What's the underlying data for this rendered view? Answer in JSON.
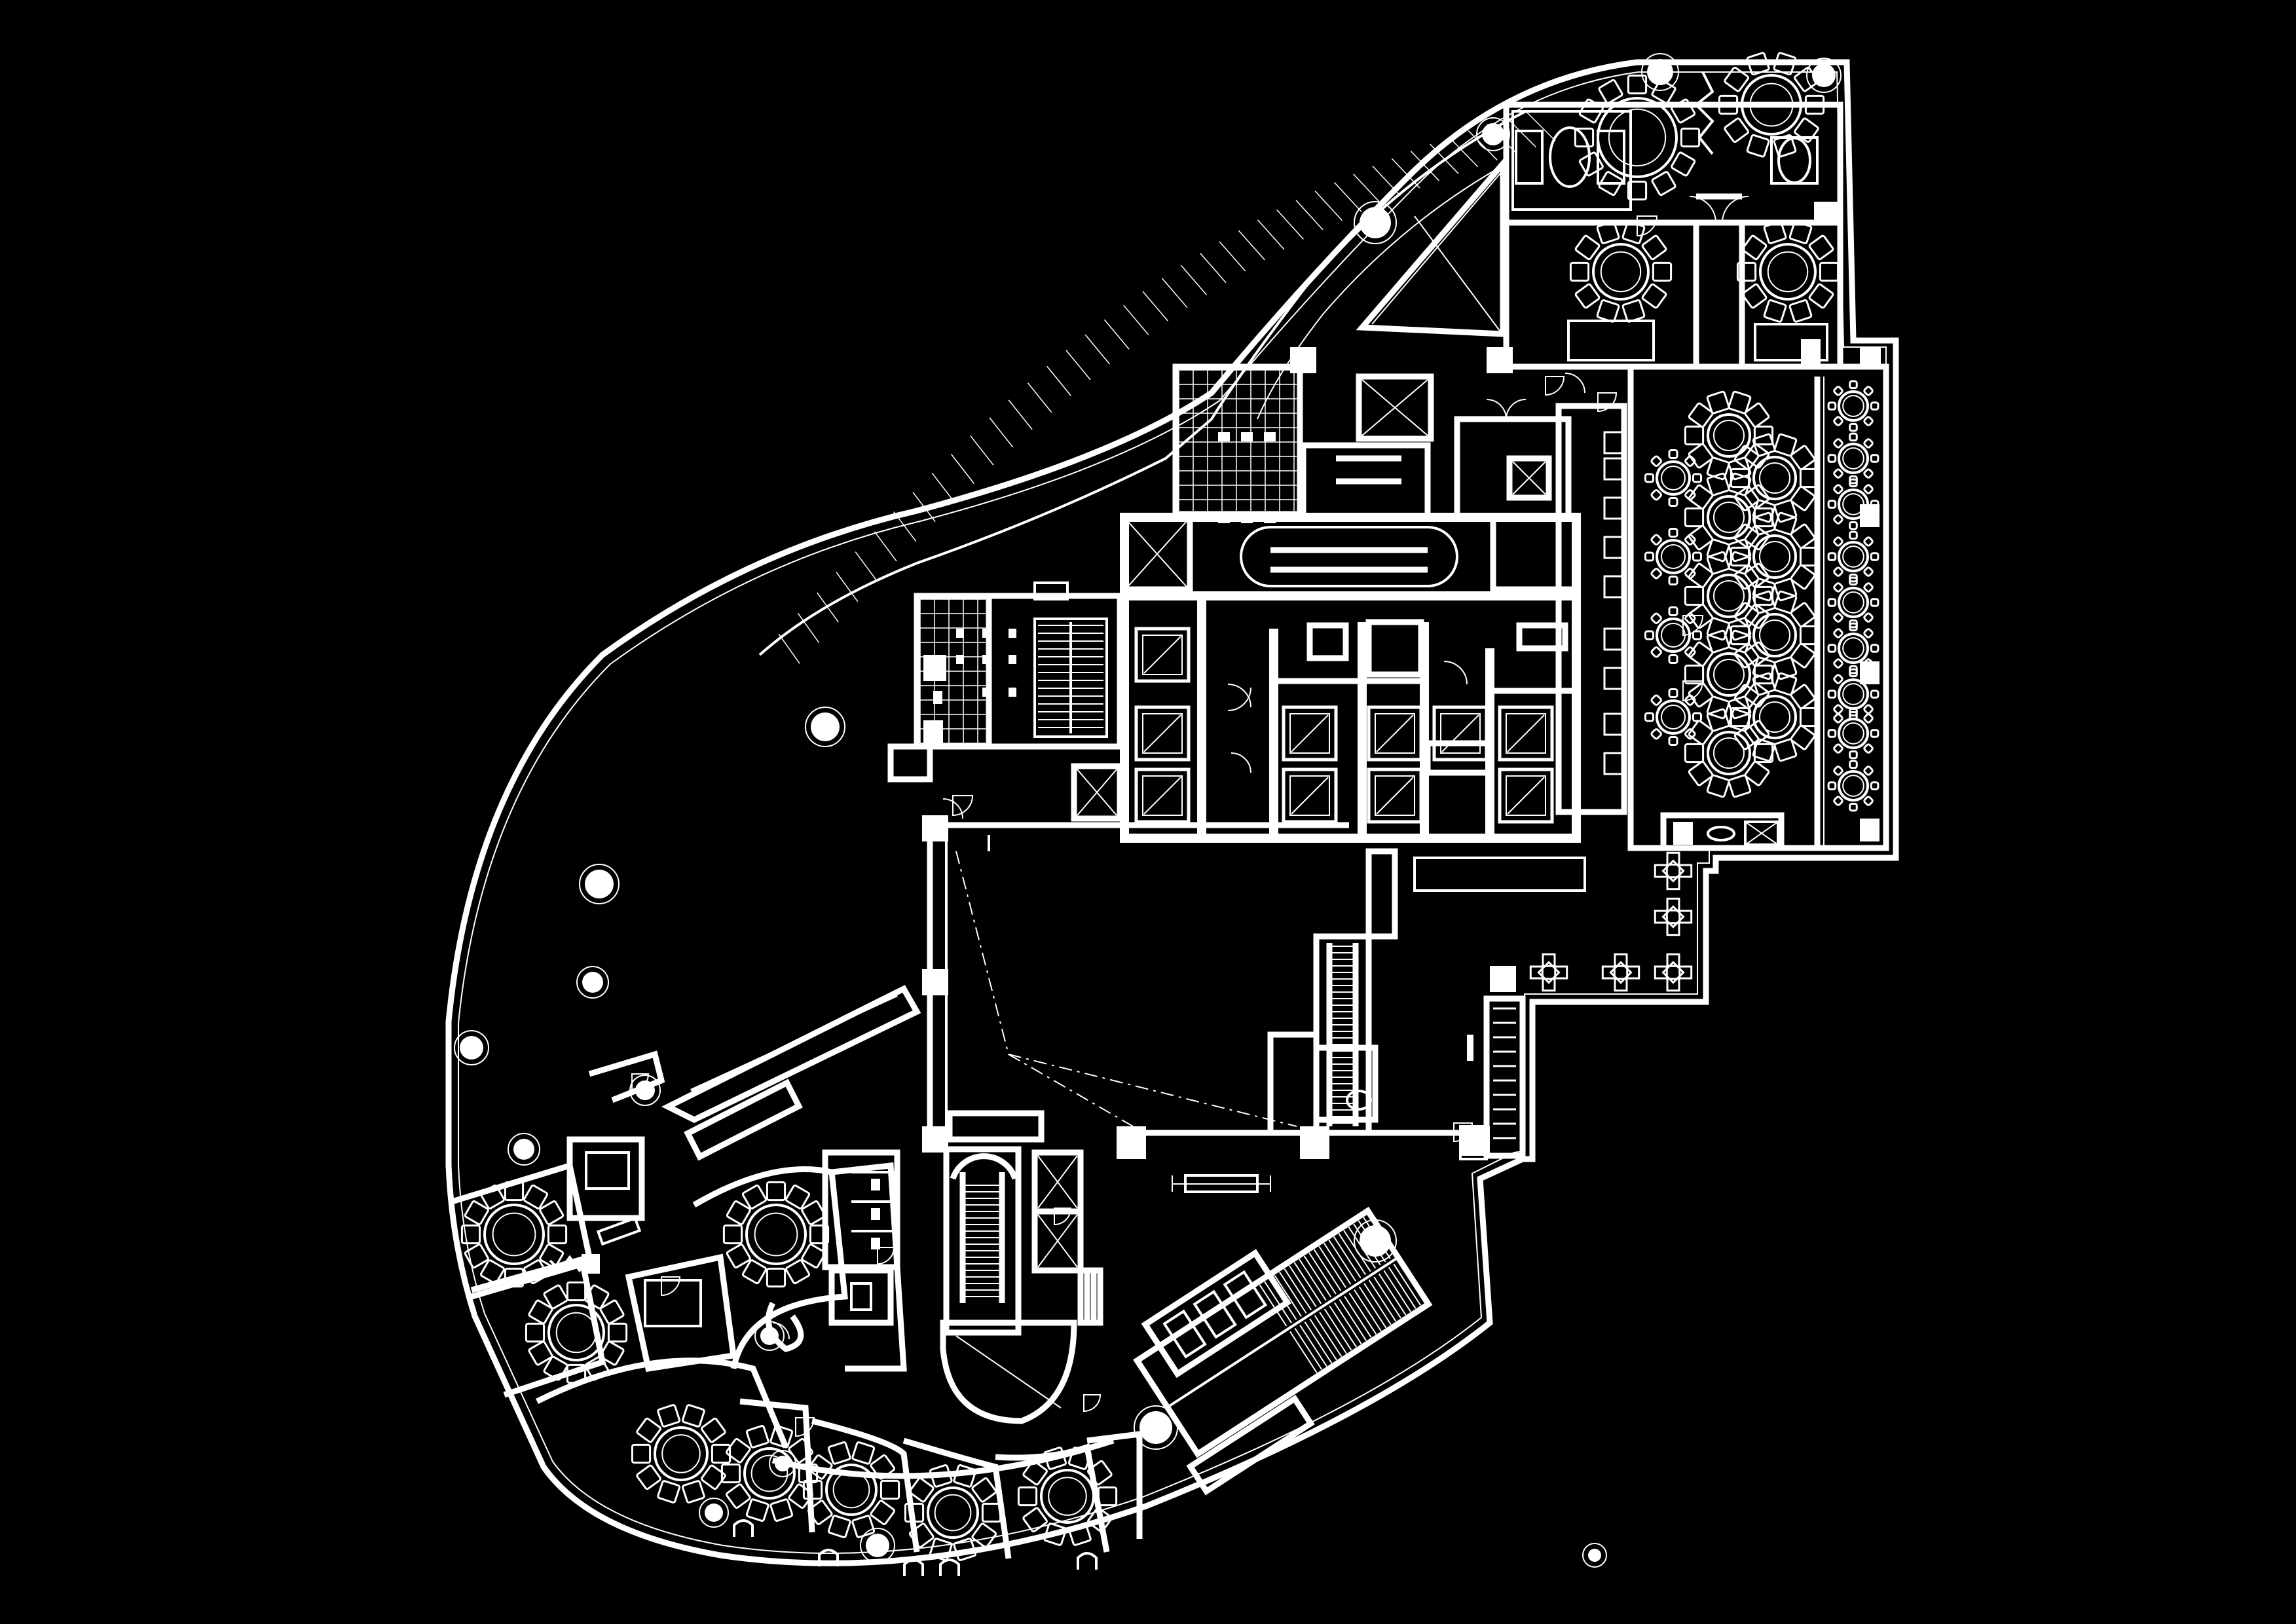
{
  "drawing": {
    "background_color": "#000000",
    "line_color": "#ffffff"
  },
  "round_tables": {
    "seats_large": 12,
    "seats_medium": 10,
    "seats_small": 8
  },
  "square_tables": {
    "seats": 4
  },
  "icons": {
    "stair": "stair-icon",
    "elevator": "elevator-box-icon",
    "column": "round-column-icon",
    "door": "door-swing-icon"
  }
}
